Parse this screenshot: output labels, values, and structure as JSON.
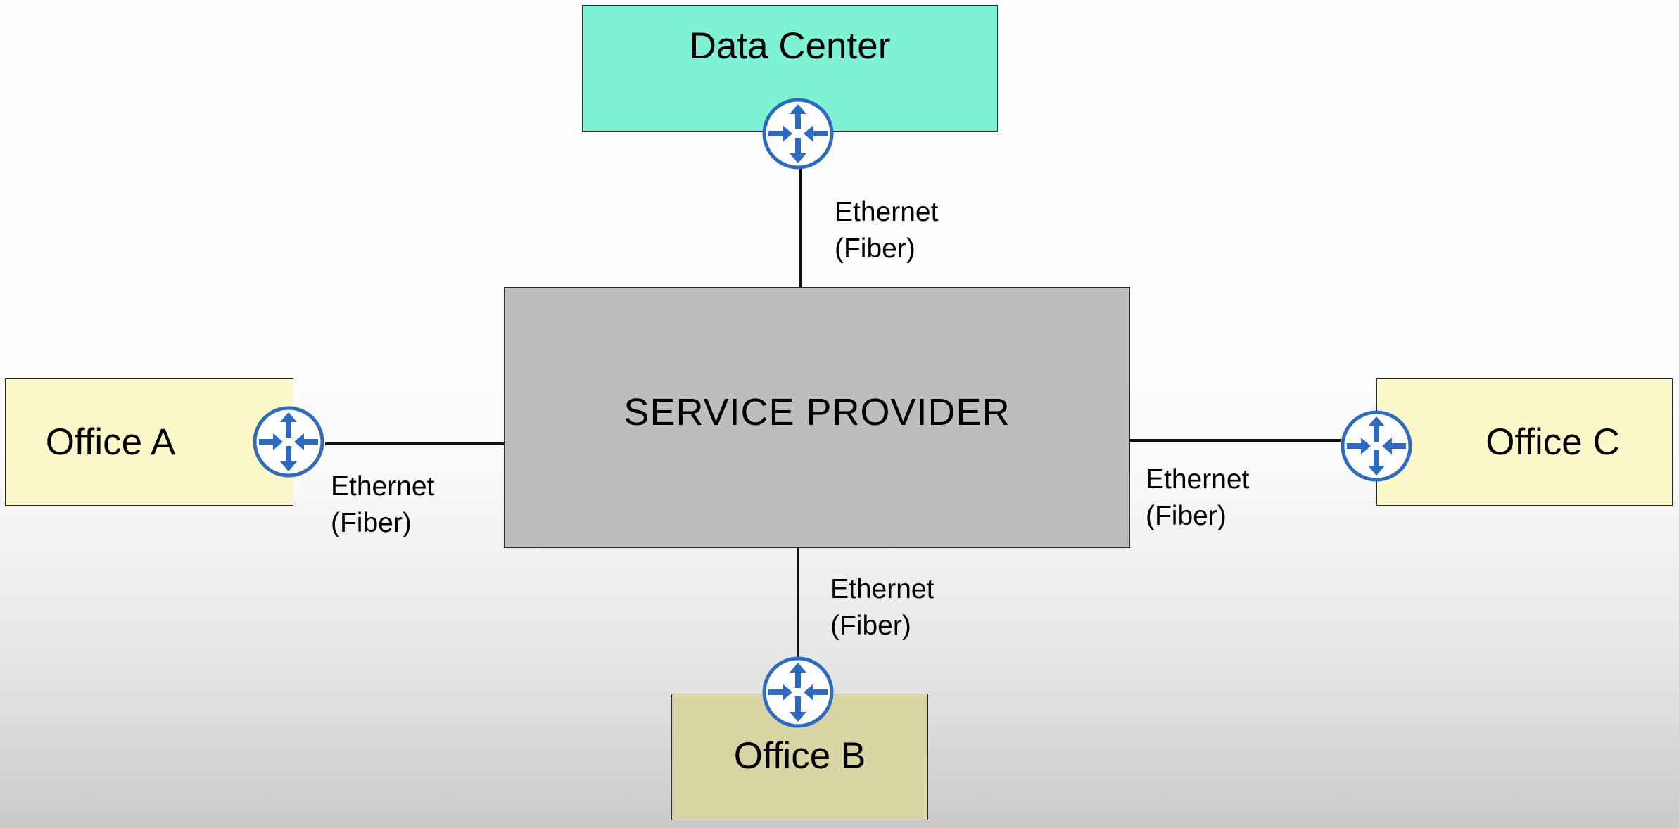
{
  "diagram": {
    "service_provider": {
      "label": "SERVICE PROVIDER"
    },
    "sites": {
      "data_center": {
        "label": "Data Center"
      },
      "office_a": {
        "label": "Office A"
      },
      "office_b": {
        "label": "Office B"
      },
      "office_c": {
        "label": "Office C"
      }
    },
    "links": {
      "data_center": {
        "line1": "Ethernet",
        "line2": "(Fiber)"
      },
      "office_a": {
        "line1": "Ethernet",
        "line2": "(Fiber)"
      },
      "office_b": {
        "line1": "Ethernet",
        "line2": "(Fiber)"
      },
      "office_c": {
        "line1": "Ethernet",
        "line2": "(Fiber)"
      }
    },
    "icons": {
      "router": "router-icon"
    },
    "colors": {
      "data_center_fill": "#7ff2d5",
      "service_provider_fill": "#bdbdbd",
      "office_a_fill": "#fbf7c8",
      "office_c_fill": "#fbf7c8",
      "office_b_fill": "#d8d4a4",
      "router_blue": "#2e6bbf"
    }
  }
}
